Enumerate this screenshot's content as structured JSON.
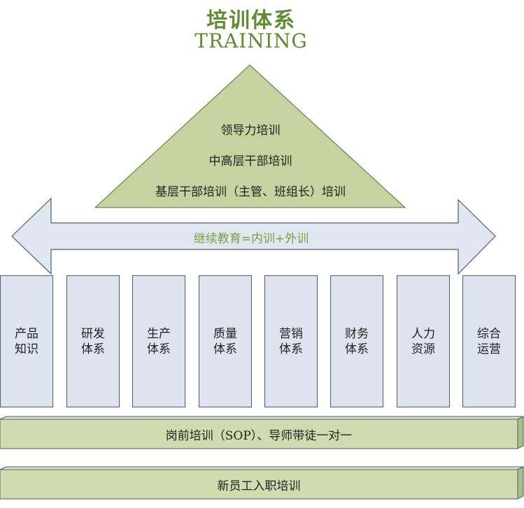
{
  "title": {
    "cn": "培训体系",
    "en": "TRAINING"
  },
  "pyramid": {
    "lines": [
      "领导力培训",
      "中高层干部培训",
      "基层干部培训（主管、班组长）培训"
    ]
  },
  "arrow_band": {
    "label": "继续教育=内训+外训"
  },
  "pillars": [
    {
      "line1": "产品",
      "line2": "知识"
    },
    {
      "line1": "研发",
      "line2": "体系"
    },
    {
      "line1": "生产",
      "line2": "体系"
    },
    {
      "line1": "质量",
      "line2": "体系"
    },
    {
      "line1": "营销",
      "line2": "体系"
    },
    {
      "line1": "财务",
      "line2": "体系"
    },
    {
      "line1": "人力",
      "line2": "资源"
    },
    {
      "line1": "综合",
      "line2": "运营"
    }
  ],
  "slabs": [
    "岗前培训（SOP）、导师带徒一对一",
    "新员工入职培训"
  ],
  "colors": {
    "title_green": "#5f8b33",
    "triangle_fill": "#c5d3a0",
    "band_fill": "#e0e7f1",
    "pillar_fill": "#dde4f0",
    "slab_fill": "#cfdcb0",
    "outline": "#4d5b73"
  }
}
